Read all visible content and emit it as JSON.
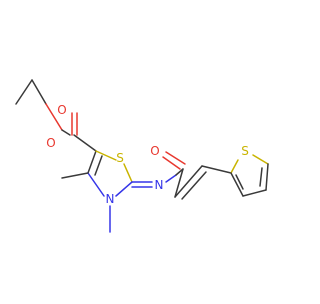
{
  "molecule": {
    "atoms": {
      "O_ether": "O",
      "O_carbonyl": "O",
      "S_thiazole": "S",
      "N_ring": "N",
      "N_imine": "N",
      "O_amide": "O",
      "S_thiophene": "S"
    },
    "colors": {
      "bond": "#3a3a3a",
      "oxygen": "#e8382f",
      "nitrogen": "#3535e8",
      "sulfur": "#c9b400"
    }
  }
}
